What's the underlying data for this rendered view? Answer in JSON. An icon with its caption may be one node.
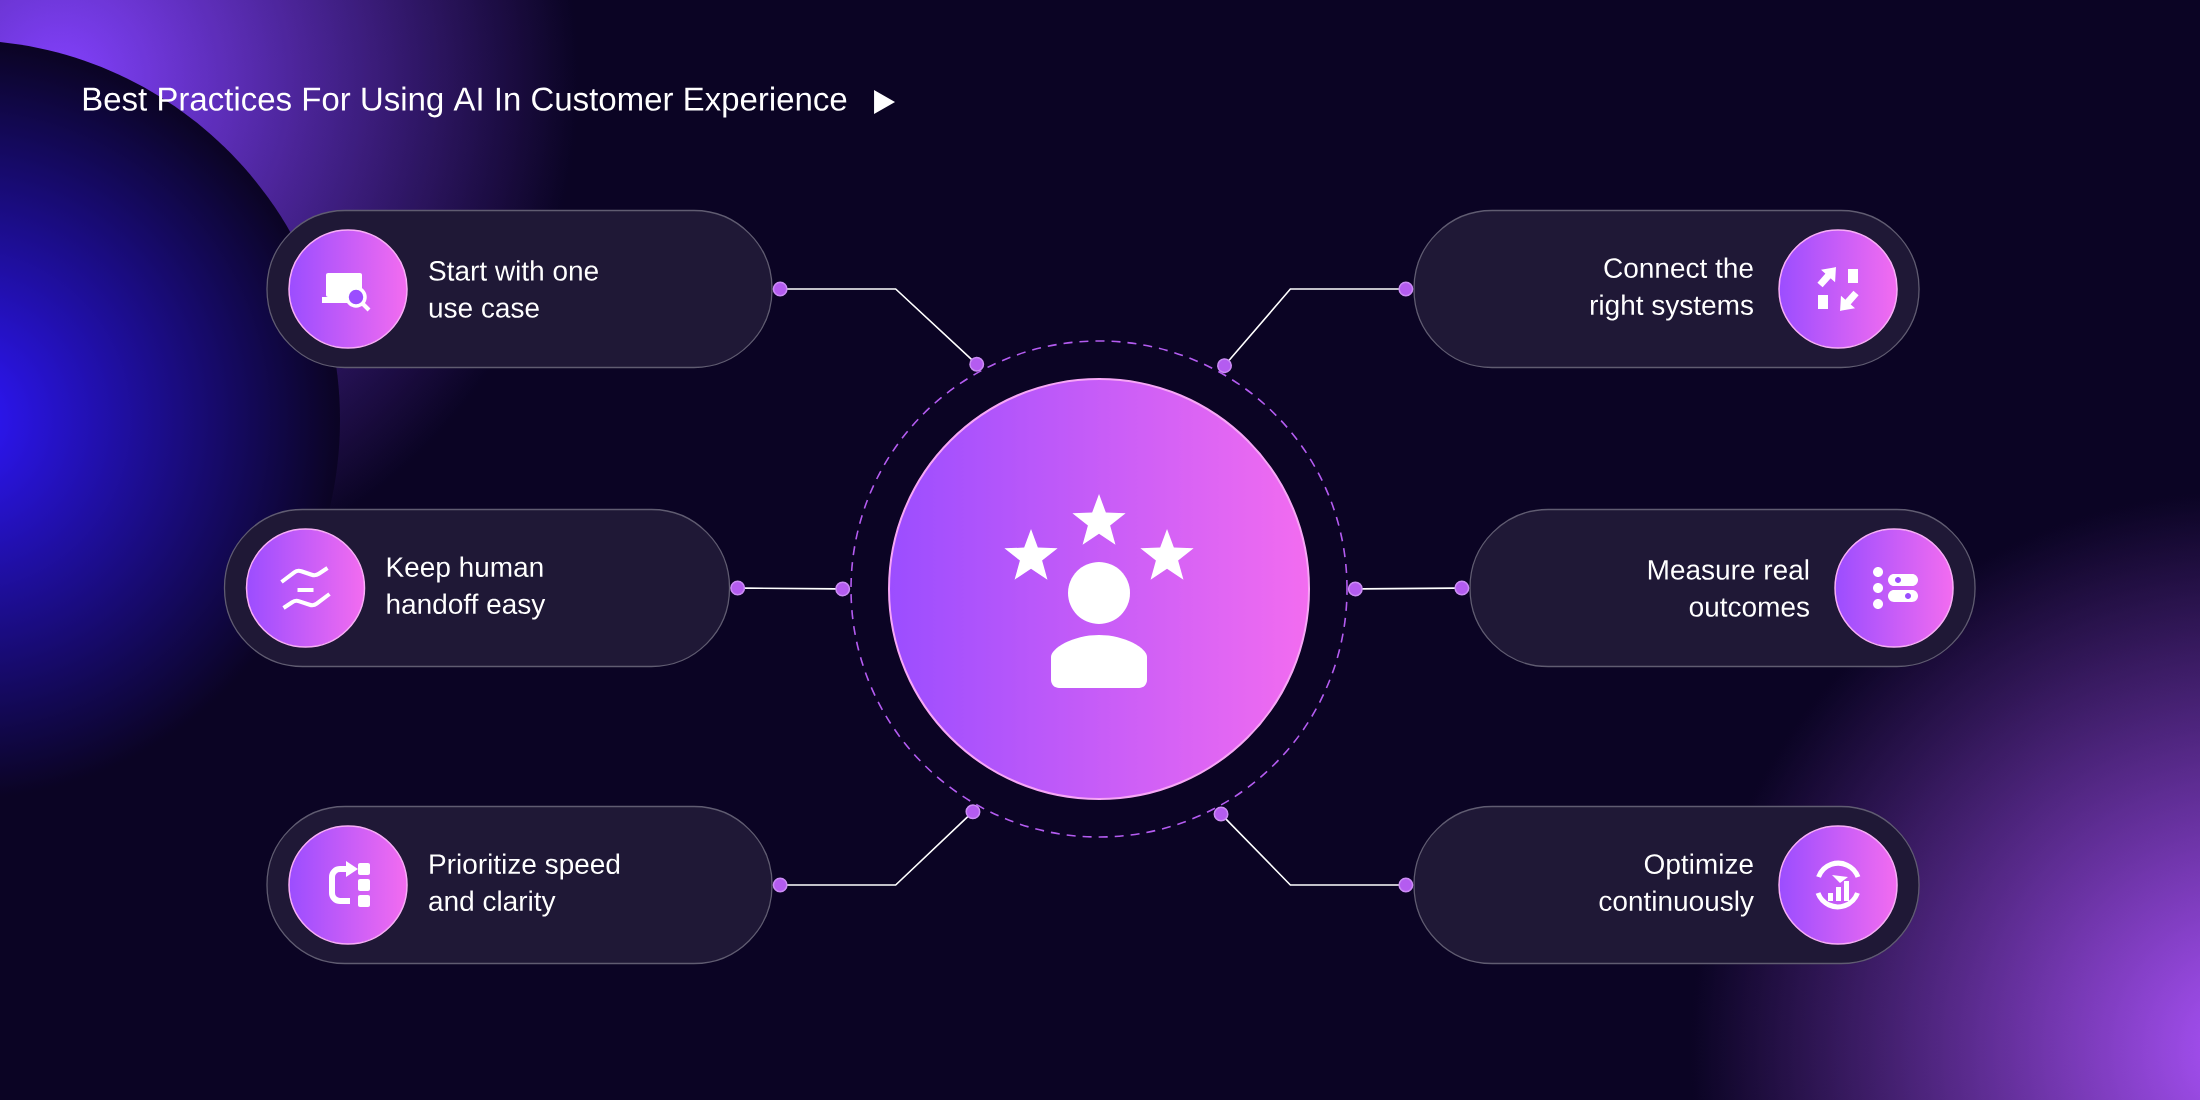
{
  "diagram": {
    "title": "Best Practices For Using AI In Customer Experience",
    "nodes": [
      {
        "text": [],
        "shape": "circle"
      },
      {
        "text": [
          "Start with one use case"
        ]
      },
      {
        "text": [
          "Connect the right systems"
        ]
      },
      {
        "text": [
          "Keep human handoff easy"
        ]
      },
      {
        "text": [
          "Measure real outcomes"
        ]
      },
      {
        "text": [
          "Prioritize speed and clarity"
        ]
      },
      {
        "text": [
          "Optimize continuously"
        ]
      }
    ],
    "edges": [
      {
        "from": 1,
        "to": 0,
        "arrow": "other"
      },
      {
        "from": 2,
        "to": 0,
        "arrow": "other"
      },
      {
        "from": 3,
        "to": 0,
        "arrow": "other"
      },
      {
        "from": 4,
        "to": 0,
        "arrow": "other"
      },
      {
        "from": 5,
        "to": 0,
        "arrow": "other"
      },
      {
        "from": 6,
        "to": 0,
        "arrow": "other"
      }
    ]
  }
}
